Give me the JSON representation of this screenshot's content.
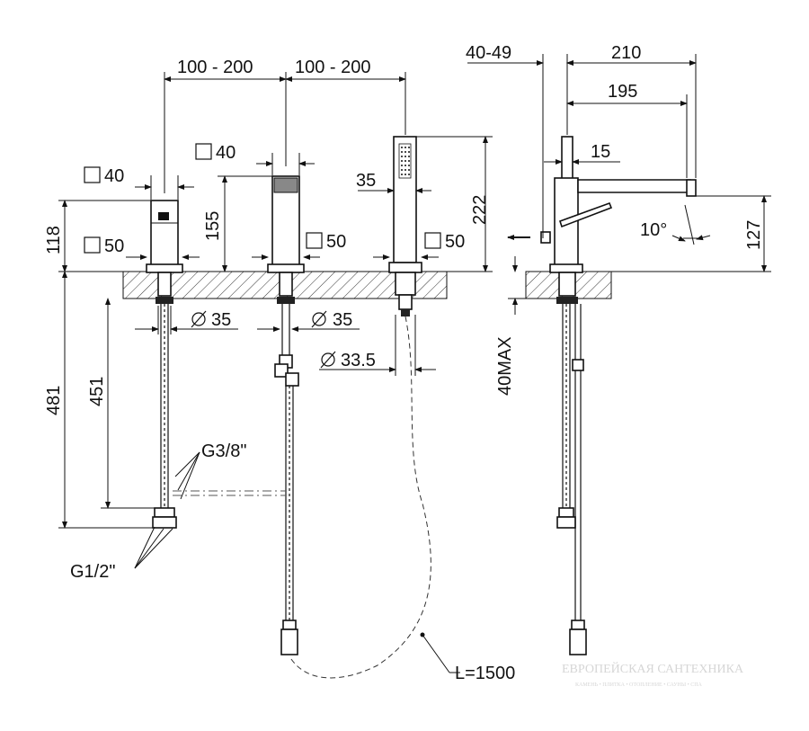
{
  "dimensions": {
    "top_spacing_1": "100 - 200",
    "top_spacing_2": "100 - 200",
    "left_square_40": "40",
    "left_height_118": "118",
    "left_square_50": "50",
    "mid_square_40": "40",
    "mid_height_155": "155",
    "mid_square_50": "50",
    "shower_width_35": "35",
    "shower_height_222": "222",
    "shower_square_50": "50",
    "diameter_left": "35",
    "diameter_mid": "35",
    "diameter_shower": "33.5",
    "height_481": "481",
    "height_451": "451",
    "thread_g38": "G3/8\"",
    "thread_g12": "G1/2\"",
    "hose_length": "L=1500",
    "side_offset": "40-49",
    "side_reach_210": "210",
    "side_reach_195": "195",
    "side_width_15": "15",
    "side_height_127": "127",
    "side_angle": "10°",
    "side_deck_max": "40MAX"
  },
  "watermark": {
    "title": "ЕВРОПЕЙСКАЯ САНТЕХНИКА",
    "subtitle": "КАМЕНЬ • ПЛИТКА • ОТОПЛЕНИЕ • САУНЫ • СПА"
  }
}
